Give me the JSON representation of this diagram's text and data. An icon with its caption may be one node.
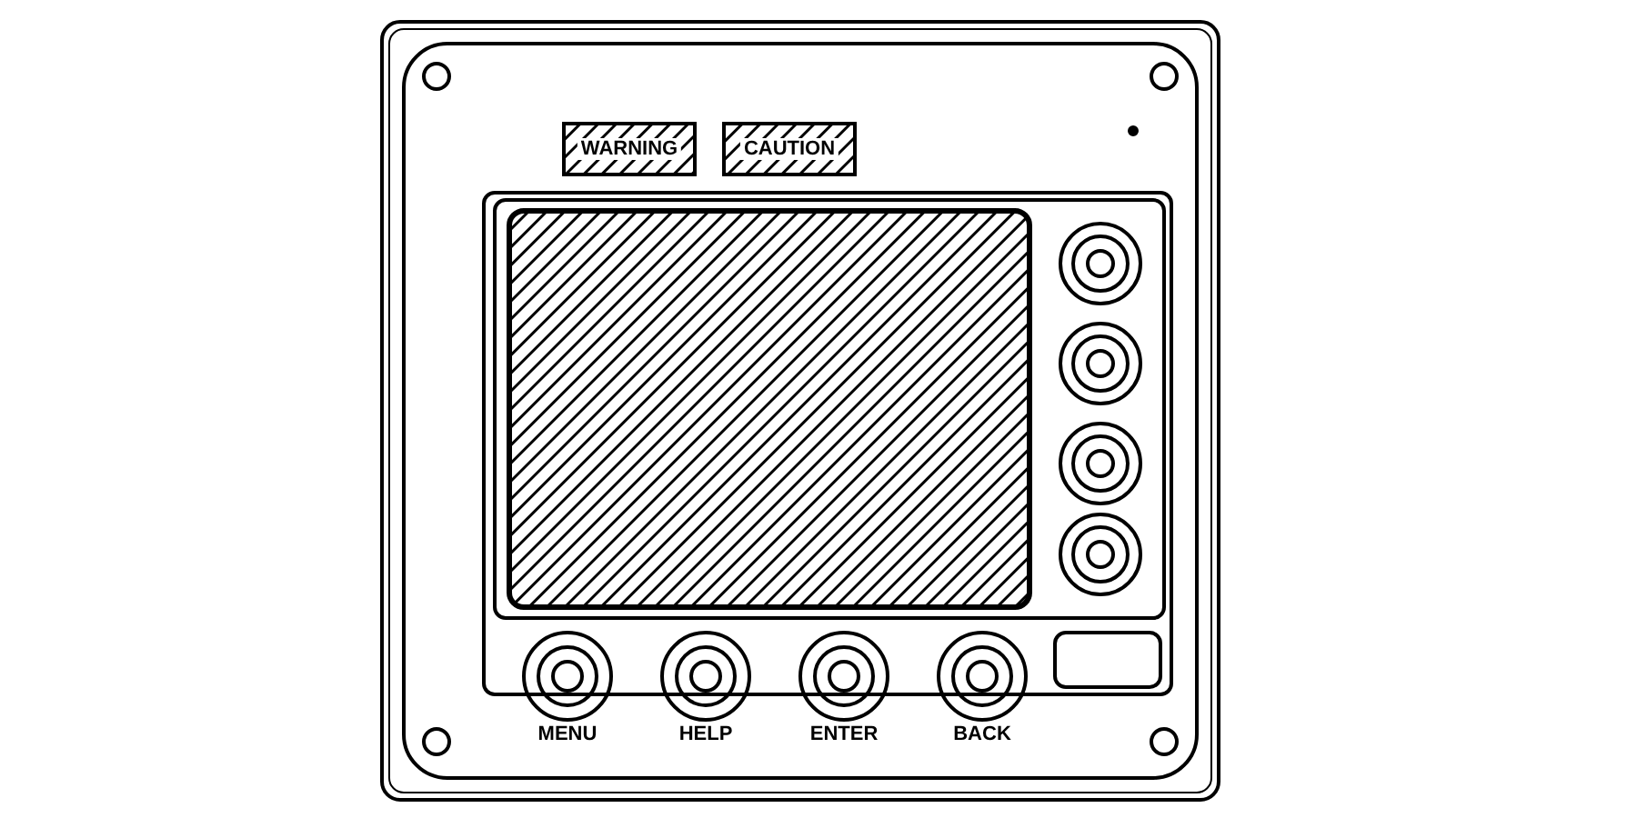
{
  "diagram": {
    "labels": [
      "WARNING",
      "CAUTION",
      "MENU",
      "HELP",
      "ENTER",
      "BACK"
    ]
  }
}
